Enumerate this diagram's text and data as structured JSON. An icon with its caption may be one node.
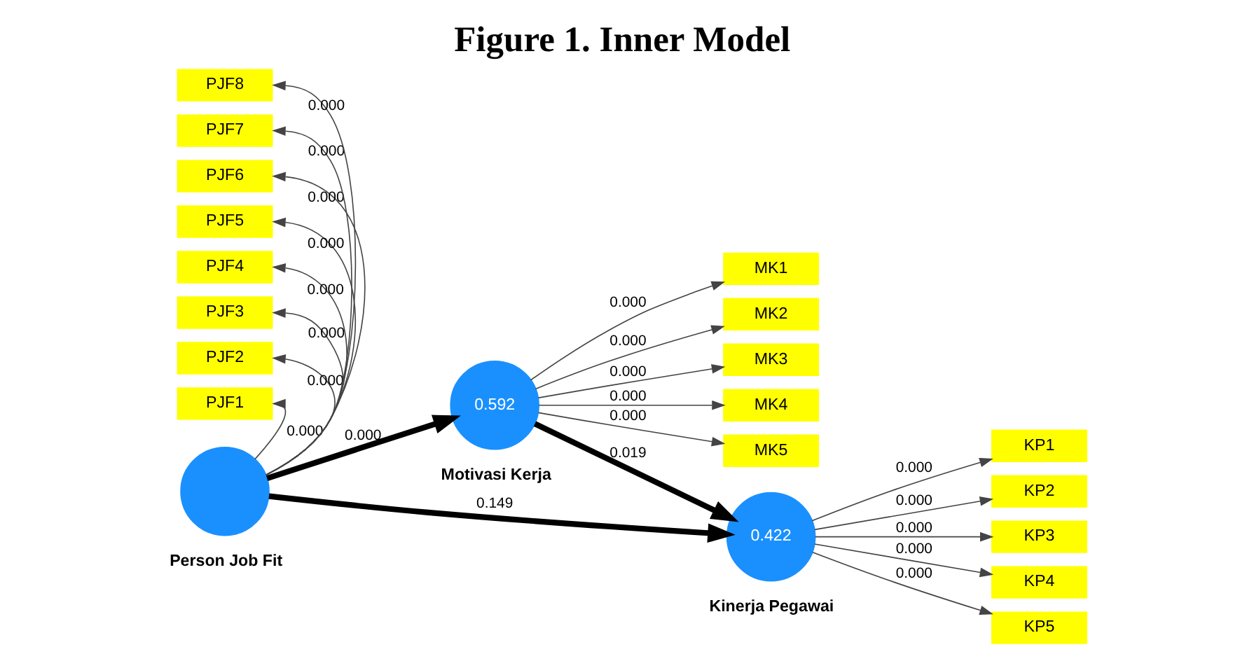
{
  "diagram": {
    "title": "Figure 1. Inner Model",
    "nodes": [
      {
        "text": [
          "MK1"
        ]
      },
      {
        "text": [
          "MK2"
        ]
      },
      {
        "text": [
          "MK3"
        ]
      },
      {
        "text": [
          "MK4"
        ]
      },
      {
        "text": [
          "MK5"
        ]
      },
      {
        "text": [
          "0.592"
        ],
        "beside": [
          "Motivasi Kerja"
        ]
      },
      {
        "text": [
          "PJF1"
        ]
      },
      {
        "text": [
          "PJF2"
        ]
      },
      {
        "text": [
          "PJF3"
        ]
      },
      {
        "text": [
          "PJF4"
        ]
      },
      {
        "text": [
          "PJF5"
        ]
      },
      {
        "text": [
          "PJF6"
        ]
      },
      {
        "text": [
          "PJF7"
        ]
      },
      {
        "text": [
          "PJF8"
        ]
      },
      {
        "text": [],
        "shape": "circle",
        "beside": [
          "Person Job Fit"
        ]
      },
      {
        "text": [
          "0.422"
        ],
        "beside": [
          "Kinerja Pegawai"
        ]
      },
      {
        "text": [
          "KP1"
        ]
      },
      {
        "text": [
          "KP2"
        ]
      },
      {
        "text": [
          "KP3"
        ]
      },
      {
        "text": [
          "KP4"
        ]
      },
      {
        "text": [
          "KP5"
        ]
      }
    ],
    "edges": [
      {
        "from": 5,
        "to": 0,
        "arrow": "to",
        "label": "0.000"
      },
      {
        "from": 5,
        "to": 1,
        "arrow": "to",
        "label": "0.000"
      },
      {
        "from": 5,
        "to": 2,
        "arrow": "to",
        "label": "0.000"
      },
      {
        "from": 5,
        "to": 3,
        "arrow": "to",
        "label": "0.000"
      },
      {
        "from": 5,
        "to": 4,
        "arrow": "to",
        "label": "0.000"
      },
      {
        "from": 14,
        "to": 6,
        "arrow": "to",
        "label": "0.000"
      },
      {
        "from": 14,
        "to": 7,
        "arrow": "to",
        "label": "0.000"
      },
      {
        "from": 14,
        "to": 8,
        "arrow": "to",
        "label": "0.000"
      },
      {
        "from": 14,
        "to": 9,
        "arrow": "to",
        "label": "0.000"
      },
      {
        "from": 14,
        "to": 10,
        "arrow": "to",
        "label": "0.000"
      },
      {
        "from": 14,
        "to": 11,
        "arrow": "to",
        "label": "0.000"
      },
      {
        "from": 14,
        "to": 12,
        "arrow": "to",
        "label": "0.000"
      },
      {
        "from": 14,
        "to": 13,
        "arrow": "to",
        "label": "0.000"
      },
      {
        "from": 14,
        "to": 5,
        "arrow": "to",
        "label": "0.000",
        "style": "thick"
      },
      {
        "from": 5,
        "to": 15,
        "arrow": "to",
        "label": "0.019",
        "style": "thick"
      },
      {
        "from": 14,
        "to": 15,
        "arrow": "to",
        "label": "0.149",
        "style": "thick"
      },
      {
        "from": 15,
        "to": 16,
        "arrow": "to",
        "label": "0.000"
      },
      {
        "from": 15,
        "to": 17,
        "arrow": "to",
        "label": "0.000"
      },
      {
        "from": 15,
        "to": 18,
        "arrow": "to",
        "label": "0.000"
      },
      {
        "from": 15,
        "to": 19,
        "arrow": "to",
        "label": "0.000"
      },
      {
        "from": 15,
        "to": 20,
        "arrow": "to",
        "label": "0.000"
      }
    ]
  }
}
